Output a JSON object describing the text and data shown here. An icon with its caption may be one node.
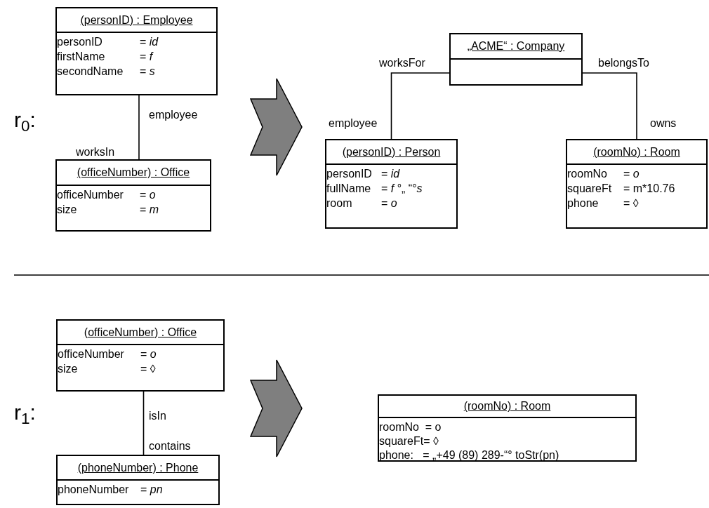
{
  "diagram": {
    "nodes": [
      {
        "text": [
          "(personID) : Employee",
          "personID",
          "= *id*",
          "firstName",
          "= *f*",
          "secondName",
          "= *s*"
        ]
      },
      {
        "text": [
          "(officeNumber) : Office",
          "officeNumber",
          "= *o*",
          "size",
          "= *m*"
        ]
      },
      {
        "text": [
          "„ACME“ : Company"
        ]
      },
      {
        "text": [
          "(personID) : Person",
          "personID",
          "= *id*",
          "fullName",
          "= *f* °„ “°*s*",
          "room",
          "= *o*"
        ]
      },
      {
        "text": [
          "(roomNo) : Room",
          "roomNo",
          "= *o*",
          "squareFt",
          "= m*10.76",
          "phone",
          "= ◊"
        ]
      },
      {
        "text": [
          "(officeNumber) : Office",
          "officeNumber",
          "= *o*",
          "size",
          "= ◊"
        ]
      },
      {
        "text": [
          "(phoneNumber) : Phone",
          "phoneNumber",
          "= *pn*"
        ]
      },
      {
        "text": [
          "(roomNo) : Room",
          "roomNo  = o",
          "squareFt= ◊",
          "phone:   = „+49 (89) 289-“° toStr(pn)"
        ]
      }
    ],
    "edges": [
      {
        "from": 0,
        "to": 1,
        "arrow": "none"
      },
      {
        "from": 2,
        "to": 3,
        "arrow": "none"
      },
      {
        "from": 2,
        "to": 4,
        "arrow": "none"
      },
      {
        "from": 5,
        "to": 6,
        "arrow": "none"
      }
    ],
    "labels": [
      "r$_{0}$:",
      "employee",
      "worksIn",
      "worksFor",
      "belongsTo",
      "employee",
      "owns",
      "r$_{1}$:",
      "isIn",
      "contains"
    ]
  }
}
